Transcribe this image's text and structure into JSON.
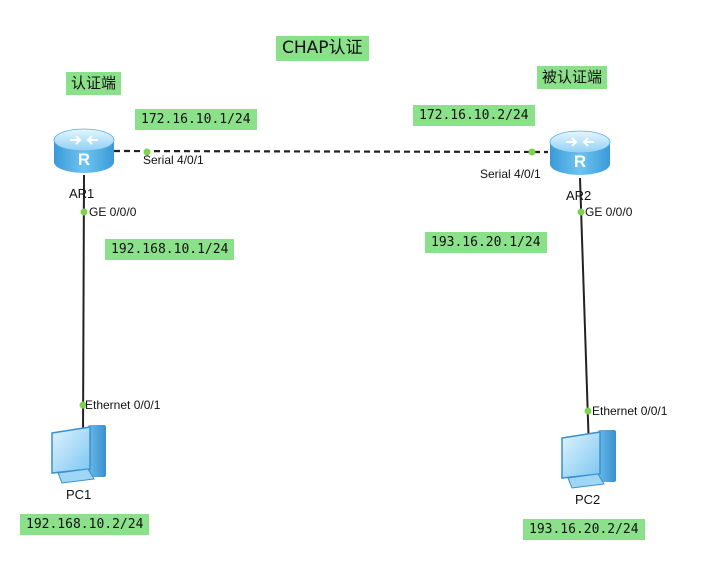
{
  "title": "CHAP认证",
  "roles": {
    "left": "认证端",
    "right": "被认证端"
  },
  "routers": [
    {
      "name": "AR1",
      "icon": "router-icon",
      "serial_port": "Serial 4/0/1",
      "ge_port": "GE 0/0/0",
      "serial_ip": "172.16.10.1/24",
      "ge_ip": "192.168.10.1/24"
    },
    {
      "name": "AR2",
      "icon": "router-icon",
      "serial_port": "Serial 4/0/1",
      "ge_port": "GE 0/0/0",
      "serial_ip": "172.16.10.2/24",
      "ge_ip": "193.16.20.1/24"
    }
  ],
  "pcs": [
    {
      "name": "PC1",
      "icon": "pc-icon",
      "port": "Ethernet 0/0/1",
      "ip": "192.168.10.2/24"
    },
    {
      "name": "PC2",
      "icon": "pc-icon",
      "port": "Ethernet 0/0/1",
      "ip": "193.16.20.2/24"
    }
  ],
  "colors": {
    "label_bg": "#8be08a",
    "port_dot": "#7dd34f",
    "router": "#5fb6e8",
    "line": "#222222"
  }
}
